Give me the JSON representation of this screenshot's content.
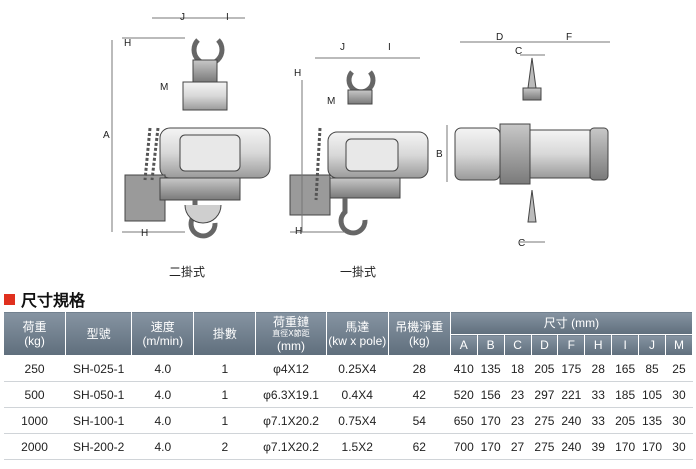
{
  "drawings": {
    "captions": [
      "二掛式",
      "一掛式"
    ],
    "dim_letters": [
      "J",
      "I",
      "H",
      "M",
      "A",
      "H",
      "J",
      "I",
      "H",
      "M",
      "H",
      "D",
      "F",
      "C",
      "B",
      "C"
    ]
  },
  "section": {
    "title": "尺寸規格"
  },
  "table": {
    "headers": {
      "weight": [
        "荷重",
        "(kg)"
      ],
      "model": "型號",
      "speed": [
        "速度",
        "(m/min)"
      ],
      "falls": "掛數",
      "chain": [
        "荷重鏈",
        "直徑Ⅹ節距",
        "(mm)"
      ],
      "motor": [
        "馬達",
        "(kw x pole)"
      ],
      "net_weight": [
        "吊機淨重",
        "(kg)"
      ],
      "dims_title": "尺寸 (mm)",
      "dims": [
        "A",
        "B",
        "C",
        "D",
        "F",
        "H",
        "I",
        "J",
        "M"
      ]
    },
    "rows": [
      {
        "weight": "250",
        "model": "SH-025-1",
        "speed": "4.0",
        "falls": "1",
        "chain": "φ4X12",
        "motor": "0.25X4",
        "net": "28",
        "dims": [
          "410",
          "135",
          "18",
          "205",
          "175",
          "28",
          "165",
          "85",
          "25"
        ]
      },
      {
        "weight": "500",
        "model": "SH-050-1",
        "speed": "4.0",
        "falls": "1",
        "chain": "φ6.3X19.1",
        "motor": "0.4X4",
        "net": "42",
        "dims": [
          "520",
          "156",
          "23",
          "297",
          "221",
          "33",
          "185",
          "105",
          "30"
        ]
      },
      {
        "weight": "1000",
        "model": "SH-100-1",
        "speed": "4.0",
        "falls": "1",
        "chain": "φ7.1X20.2",
        "motor": "0.75X4",
        "net": "54",
        "dims": [
          "650",
          "170",
          "23",
          "275",
          "240",
          "33",
          "205",
          "135",
          "30"
        ]
      },
      {
        "weight": "2000",
        "model": "SH-200-2",
        "speed": "4.0",
        "falls": "2",
        "chain": "φ7.1X20.2",
        "motor": "1.5X2",
        "net": "62",
        "dims": [
          "700",
          "170",
          "27",
          "275",
          "240",
          "39",
          "170",
          "170",
          "30"
        ]
      }
    ]
  }
}
